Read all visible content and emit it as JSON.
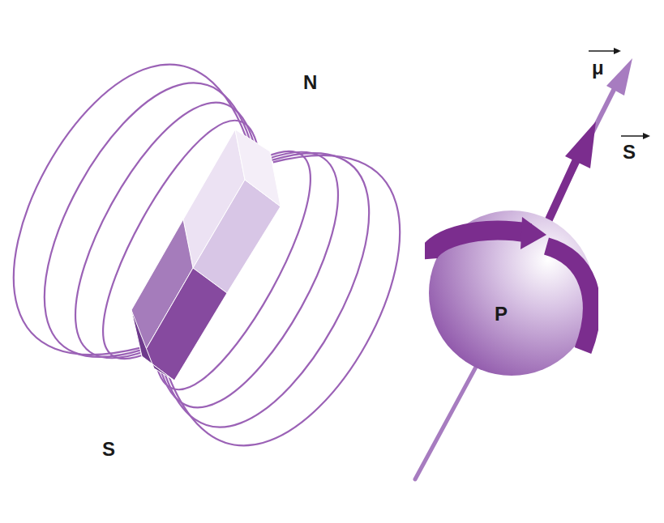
{
  "diagram": {
    "nodes": [
      {
        "text": [
          "P"
        ]
      }
    ],
    "labels": [
      "N",
      "S",
      "μ",
      "S"
    ]
  }
}
